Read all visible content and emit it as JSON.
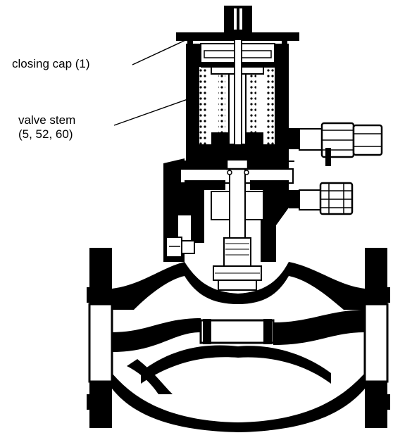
{
  "labels": {
    "closing_cap": "closing cap (1)",
    "valve_stem_line1": "valve stem",
    "valve_stem_line2": "(5, 52, 60)"
  },
  "colors": {
    "ink": "#000000",
    "background": "#ffffff"
  }
}
